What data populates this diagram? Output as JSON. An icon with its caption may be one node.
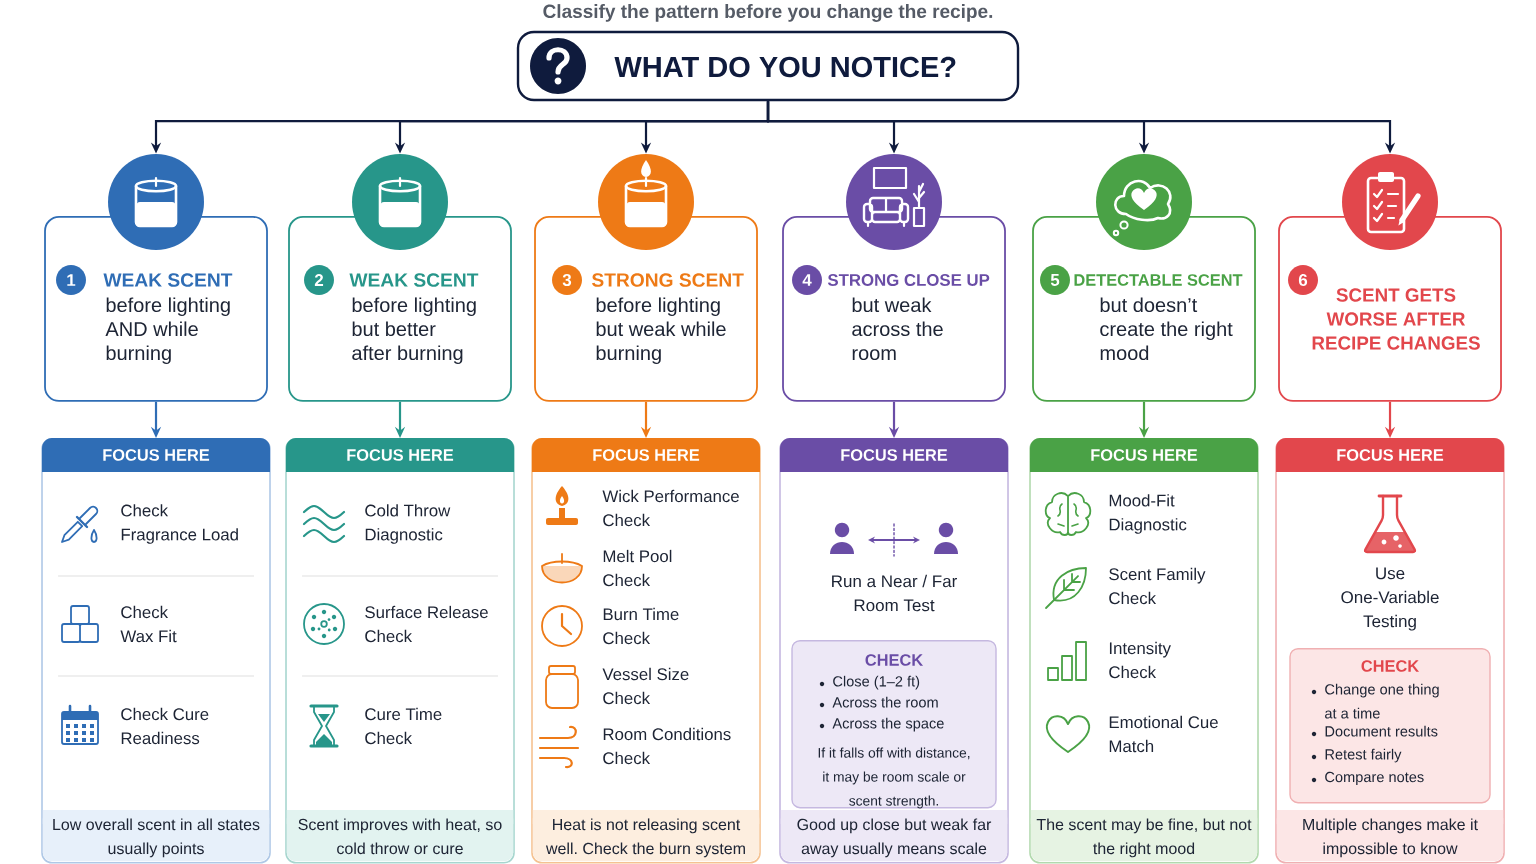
{
  "diagram": {
    "nodes": [
      {
        "text": [
          "WHAT DO YOU NOTICE?"
        ]
      },
      {
        "text": [],
        "shape": "picture"
      },
      {
        "text": [
          "WEAK SCENT",
          "before lighting AND while burning"
        ]
      },
      {
        "text": [
          "1"
        ],
        "in": 2
      },
      {
        "text": [
          "FOCUS HERE",
          "Check Fragrance Load",
          "Check Wax Fit",
          "Check Cure Readiness",
          "Low overall scent in all states usually points"
        ]
      },
      {
        "text": [],
        "shape": "picture"
      },
      {
        "text": [
          "WEAK SCENT",
          "before lighting but better after burning"
        ]
      },
      {
        "text": [
          "2"
        ],
        "in": 6
      },
      {
        "text": [
          "FOCUS HERE",
          "Cold Throw Diagnostic",
          "Surface Release Check",
          "Cure Time Check",
          "Scent improves with heat, so cold throw or cure"
        ]
      },
      {
        "text": [],
        "shape": "picture"
      },
      {
        "text": [
          "STRONG SCENT",
          "before lighting but weak while burning"
        ]
      },
      {
        "text": [
          "3"
        ],
        "in": 10
      },
      {
        "text": [
          "FOCUS HERE",
          "Wick Performance Check",
          "Melt Pool Check",
          "Burn Time Check",
          "Vessel Size Check",
          "Room Conditions Check",
          "Heat is not releasing scent well. Check the burn system"
        ]
      },
      {
        "text": [],
        "shape": "picture"
      },
      {
        "text": [
          "STRONG CLOSE UP",
          "but weak across the room"
        ]
      },
      {
        "text": [
          "4"
        ],
        "in": 14
      },
      {
        "text": [
          "FOCUS HERE",
          "Run a Near / Far Room Test",
          "Good up close but weak far away usually means scale"
        ]
      },
      {
        "text": [
          "CHECK",
          "Close (1–2 ft)",
          "Across the room",
          "Across the space",
          "If it falls off with distance, it may be room scale or scent strength."
        ],
        "in": 16
      },
      {
        "text": [],
        "shape": "picture"
      },
      {
        "text": [
          "DETECTABLE SCENT",
          "but doesn’t create the right mood"
        ]
      },
      {
        "text": [
          "5"
        ],
        "in": 19
      },
      {
        "text": [
          "FOCUS HERE",
          "Mood-Fit Diagnostic",
          "Scent Family Check",
          "Intensity Check",
          "Emotional Cue Match",
          "The scent may be fine, but not the right mood"
        ]
      },
      {
        "text": [],
        "shape": "picture"
      },
      {
        "text": [
          "SCENT GETS WORSE AFTER RECIPE CHANGES"
        ]
      },
      {
        "text": [
          "6"
        ],
        "in": 23
      },
      {
        "text": [
          "FOCUS HERE",
          "Use One-Variable Testing",
          "Multiple changes make it impossible to know"
        ]
      },
      {
        "text": [
          "CHECK",
          "Change one thing at a time",
          "Document results",
          "Retest fairly",
          "Compare notes"
        ],
        "in": 25
      }
    ],
    "edges": [
      {
        "from": 0,
        "to": 1,
        "arrow": "to"
      },
      {
        "from": 0,
        "to": 5,
        "arrow": "to"
      },
      {
        "from": 0,
        "to": 9,
        "arrow": "to"
      },
      {
        "from": 0,
        "to": 13,
        "arrow": "to"
      },
      {
        "from": 0,
        "to": 18,
        "arrow": "to"
      },
      {
        "from": 0,
        "to": 22,
        "arrow": "to"
      },
      {
        "from": 2,
        "to": 4,
        "arrow": "to",
        "color": "#2f6db5"
      },
      {
        "from": 6,
        "to": 8,
        "arrow": "to",
        "color": "#27968a"
      },
      {
        "from": 10,
        "to": 12,
        "arrow": "to",
        "color": "#ee7a16"
      },
      {
        "from": 14,
        "to": 16,
        "arrow": "to",
        "color": "#6a4da6"
      },
      {
        "from": 19,
        "to": 21,
        "arrow": "to",
        "color": "#4aa246"
      },
      {
        "from": 23,
        "to": 25,
        "arrow": "to",
        "color": "#e2474c"
      }
    ],
    "labels": [
      "Classify the pattern before you change the recipe."
    ]
  }
}
